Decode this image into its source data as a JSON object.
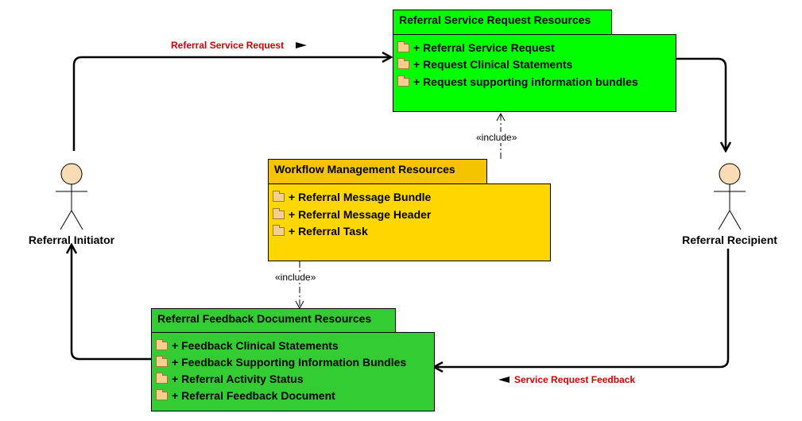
{
  "packages": {
    "service_request": {
      "title": "Referral Service Request Resources",
      "items": [
        "+ Referral Service Request",
        "+ Request Clinical Statements",
        "+ Request supporting information bundles"
      ],
      "tab_color": "#00ff00",
      "body_color": "#00ff00"
    },
    "workflow": {
      "title": "Workflow Management  Resources",
      "items": [
        "+ Referral Message Bundle",
        "+ Referral Message Header",
        "+ Referral Task"
      ],
      "tab_color": "#f4c400",
      "body_color": "#ffd700"
    },
    "feedback": {
      "title": "Referral Feedback Document Resources",
      "items": [
        "+ Feedback Clinical Statements",
        "+ Feedback Supporting Information Bundles",
        "+ Referral Activity Status",
        "+ Referral Feedback Document"
      ],
      "tab_color": "#33cc33",
      "body_color": "#33cc33"
    }
  },
  "actors": {
    "initiator": "Referral Initiator",
    "recipient": "Referral Recipient"
  },
  "messages": {
    "request": "Referral Service Request",
    "feedback": "Service Request Feedback"
  },
  "includes": {
    "top": "«include»",
    "bottom": "«include»"
  },
  "icons": {
    "package_item": "folder-icon",
    "actor": "stick-figure-icon"
  },
  "colors": {
    "message_label": "#cc0000",
    "actor_head": "#f9dcb4"
  }
}
